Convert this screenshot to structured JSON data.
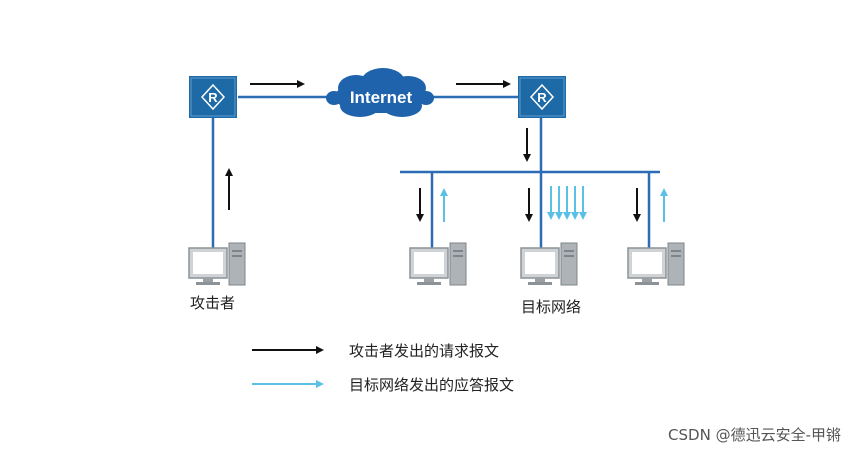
{
  "diagram": {
    "cloud_label": "Internet",
    "router_glyph": "R",
    "attacker_label": "攻击者",
    "target_label": "目标网络",
    "legend": [
      {
        "text": "攻击者发出的请求报文",
        "color": "#111111"
      },
      {
        "text": "目标网络发出的应答报文",
        "color": "#5bc0e6"
      }
    ]
  },
  "colors": {
    "router": "#1d6aa6",
    "link": "#2a6db5",
    "cloud": "#1f63ad",
    "request_arrow": "#111111",
    "reply_arrow": "#5bc0e6"
  },
  "watermark": "CSDN @德迅云安全-甲锵"
}
